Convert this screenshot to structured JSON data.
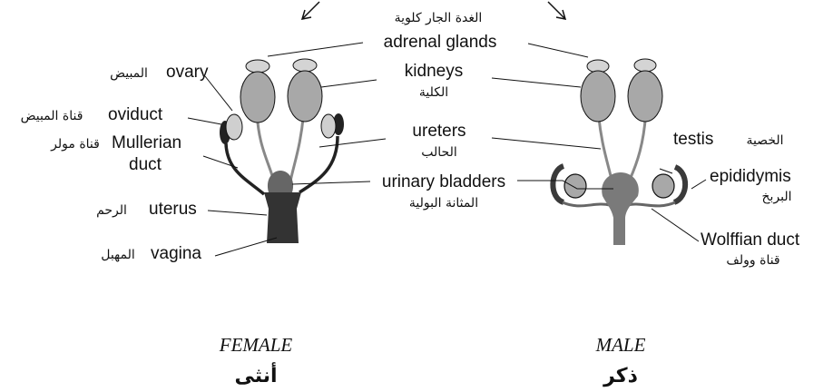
{
  "labels": {
    "adrenal_glands_ar": "الغدة الجار كلوية",
    "adrenal_glands": "adrenal glands",
    "kidneys": "kidneys",
    "kidneys_ar": "الكلية",
    "ureters": "ureters",
    "ureters_ar": "الحالب",
    "urinary_bladders": "urinary bladders",
    "urinary_bladders_ar": "المثانة البولية",
    "ovary": "ovary",
    "ovary_ar": "المبيض",
    "oviduct": "oviduct",
    "oviduct_ar": "قناة المبيض",
    "mullerian_line1": "Mullerian",
    "mullerian_line2": "duct",
    "mullerian_ar": "قناة مولر",
    "uterus": "uterus",
    "uterus_ar": "الرحم",
    "vagina": "vagina",
    "vagina_ar": "المهبل",
    "testis": "testis",
    "testis_ar": "الخصية",
    "epididymis": "epididymis",
    "epididymis_ar": "البربخ",
    "wolffian_duct": "Wolffian duct",
    "wolffian_duct_ar": "قناة وولف"
  },
  "captions": {
    "female": "FEMALE",
    "female_ar": "أنثى",
    "male": "MALE",
    "male_ar": "ذكر"
  },
  "colors": {
    "organ_fill": "#a8a8a8",
    "adrenal_fill": "#d4d4d4",
    "ovary_fill": "#cfcfcf",
    "dark_organ": "#4a4a4a",
    "duct_gray": "#7a7a7a",
    "line": "#111111"
  }
}
